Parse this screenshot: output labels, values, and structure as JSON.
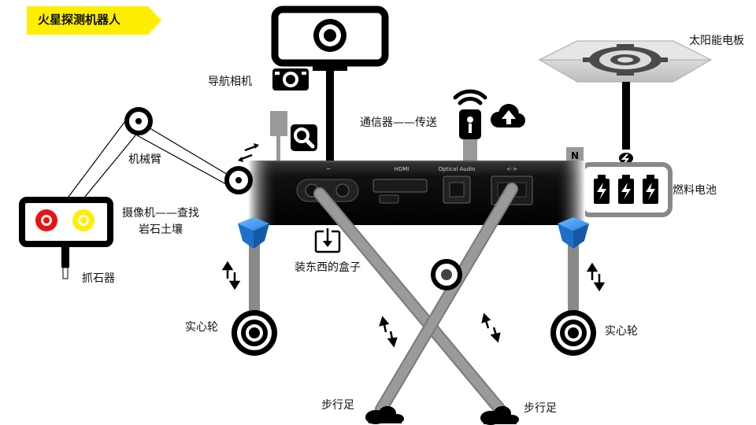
{
  "title": "火星探测机器人",
  "labels": {
    "nav_camera": "导航相机",
    "solar_panel": "太阳能电板",
    "comm": "通信器——传送",
    "arm": "机械臂",
    "camera_line1": "摄像机——查找",
    "camera_line2": "岩石土壤",
    "gripper": "抓石器",
    "box": "装东西的盒子",
    "battery": "燃料电池",
    "wheel_left": "实心轮",
    "wheel_right": "实心轮",
    "foot_left": "步行足",
    "foot_right": "步行足"
  },
  "ports": {
    "power": "~",
    "hdmi": "HDMI",
    "optical": "Optical Audio",
    "ethernet": "<·>"
  },
  "badge_n": "N",
  "colors": {
    "title_tag": "#ffee00",
    "camera_red": "#ee1111",
    "camera_yellow": "#ffee00",
    "leg_gray": "#8a8a8a",
    "cube_blue": "#1e78d8",
    "body_dark": "#111111"
  },
  "icons": [
    "target-icon",
    "camera-icon",
    "search-icon",
    "wifi-icon",
    "cloud-upload-icon",
    "gear-icon",
    "lightning-icon",
    "battery-icon",
    "download-icon",
    "arrows-icon",
    "wheel-icon",
    "cloud-foot-icon"
  ]
}
